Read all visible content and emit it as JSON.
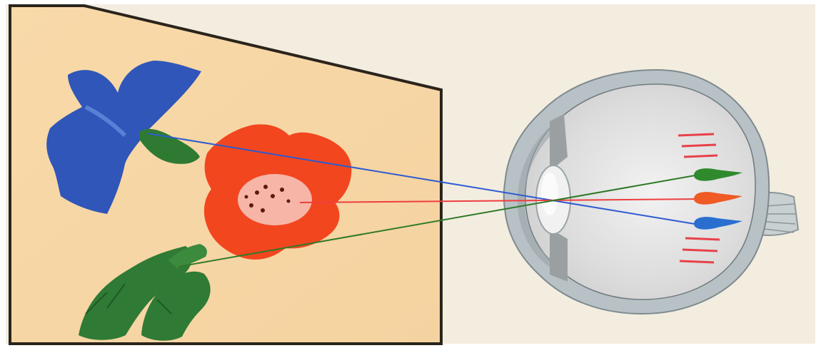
{
  "colors": {
    "frame_background": "#ffffff",
    "paper": "#f3ede0",
    "canvas": "#f7d7a8",
    "canvas_border": "#2b241c",
    "blue_flower": "#2f56b8",
    "red_flower": "#f2461f",
    "leaves": "#2f7a35",
    "eye_sclera": "#b8c2c6",
    "eye_inner": "#e6e6e6",
    "retina_marks": "#e8414a",
    "ray_blue": "#2e5bd0",
    "ray_red": "#ef3e3e",
    "ray_green": "#2f7a28"
  },
  "scene": {
    "objects": [
      "cornflower-blue",
      "poppy-red",
      "leaves-green"
    ],
    "rays": [
      "blue",
      "red",
      "green"
    ],
    "retina_receptors": [
      "green",
      "red",
      "blue"
    ]
  },
  "icons": [
    "flower-icon",
    "eye-icon",
    "light-ray-icon",
    "optic-nerve-icon"
  ]
}
